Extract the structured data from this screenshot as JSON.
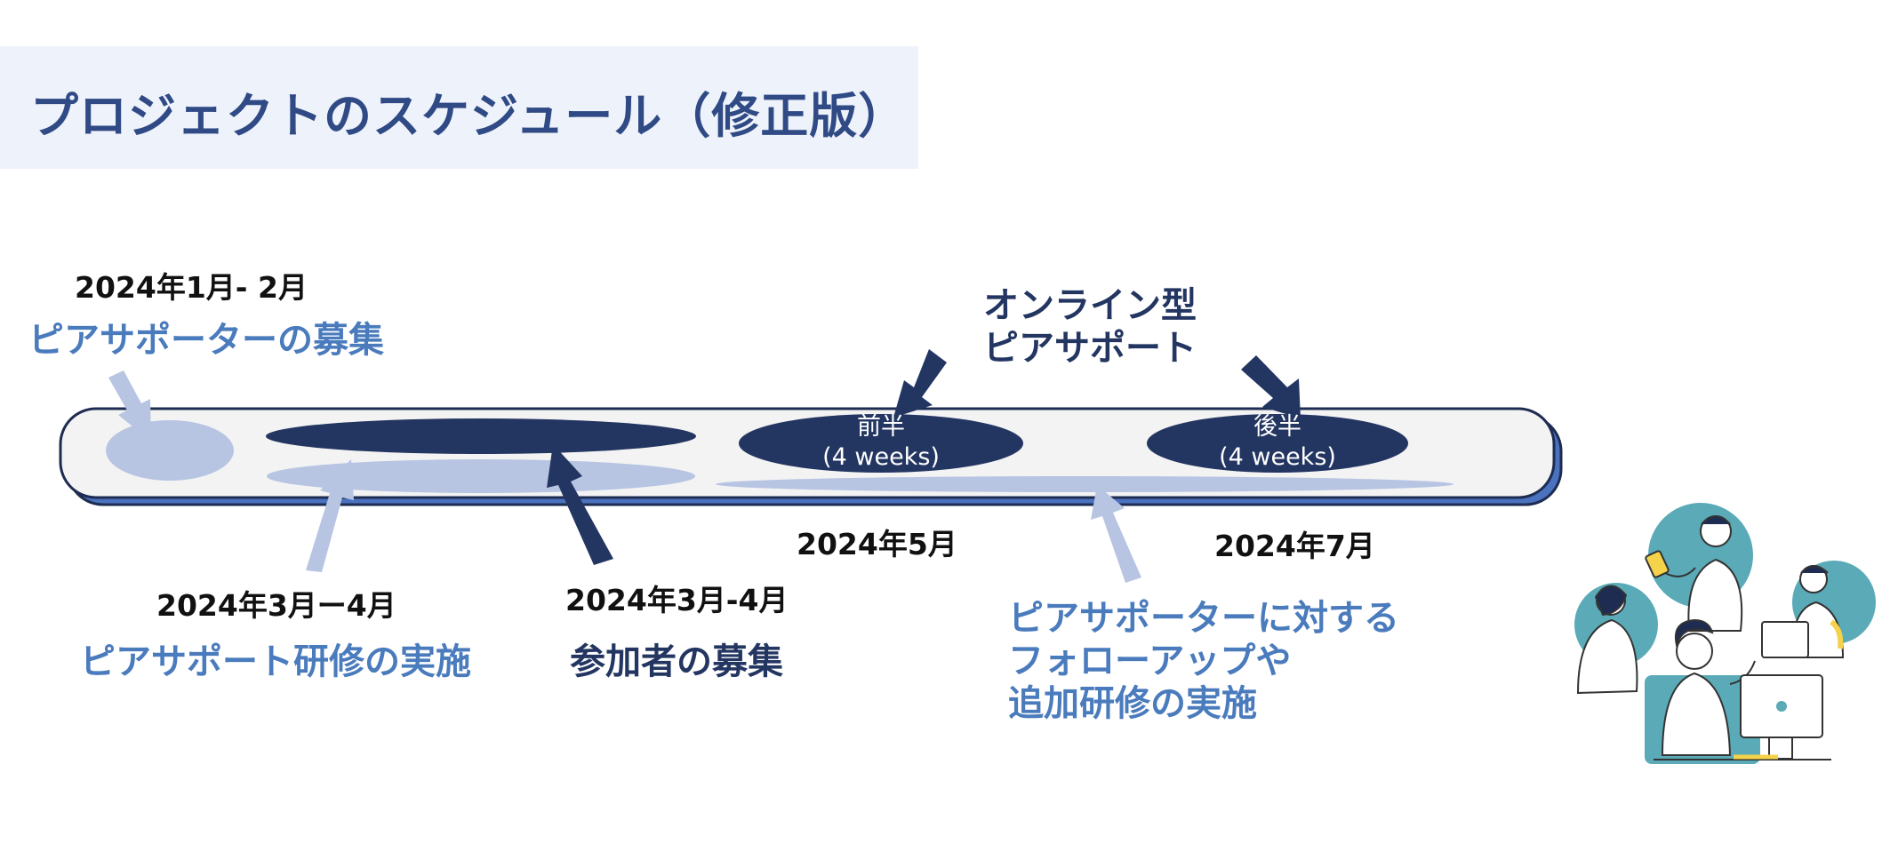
{
  "title": "プロジェクトのスケジュール（修正版）",
  "phases": {
    "recruit_supporters": {
      "date": "2024年1月- 2月",
      "label": "ピアサポーターの募集"
    },
    "training": {
      "date": "2024年3月ー4月",
      "label": "ピアサポート研修の実施"
    },
    "recruit_participants": {
      "date": "2024年3月-4月",
      "label": "参加者の募集"
    },
    "online_support": {
      "label": "オンライン型\nピアサポート"
    },
    "first_half": {
      "name": "前半",
      "duration": "(4 weeks)",
      "date": "2024年5月"
    },
    "second_half": {
      "name": "後半",
      "duration": "(4 weeks)",
      "date": "2024年7月"
    },
    "follow_up": {
      "label": "ピアサポーターに対する\nフォローアップや\n追加研修の実施"
    }
  },
  "colors": {
    "dark": "#233561",
    "light": "#b7c5e3",
    "accent_blue": "#4a7bbd",
    "timeline_fill": "#f3f3f3",
    "timeline_shadow": "#4a72bf",
    "title_bg": "#eef2fa",
    "title_text": "#2f4a85"
  },
  "illustration": {
    "icon": "team-working-illustration"
  }
}
